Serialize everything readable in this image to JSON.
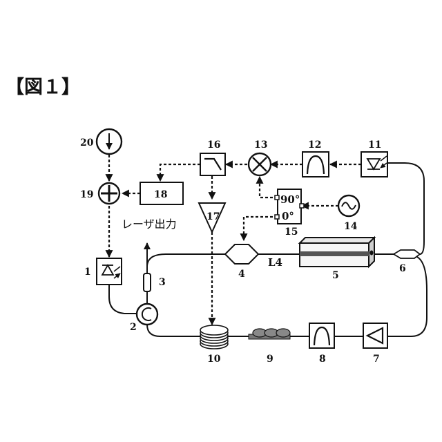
{
  "figure": {
    "title": "【図１】"
  },
  "labels": {
    "laser_output": "レーザ出力",
    "fiber_segment": "L4",
    "phase_90": "90°",
    "phase_0": "0°"
  },
  "components": [
    {
      "id": "1",
      "name": "laser-diode"
    },
    {
      "id": "2",
      "name": "circulator"
    },
    {
      "id": "3",
      "name": "output-coupler"
    },
    {
      "id": "4",
      "name": "phase-modulator"
    },
    {
      "id": "5",
      "name": "waveguide"
    },
    {
      "id": "6",
      "name": "fiber-connector"
    },
    {
      "id": "7",
      "name": "amplifier"
    },
    {
      "id": "8",
      "name": "bandpass-filter"
    },
    {
      "id": "9",
      "name": "fiber-element"
    },
    {
      "id": "10",
      "name": "fiber-coil"
    },
    {
      "id": "11",
      "name": "photodetector"
    },
    {
      "id": "12",
      "name": "bandpass-filter"
    },
    {
      "id": "13",
      "name": "mixer"
    },
    {
      "id": "14",
      "name": "oscillator"
    },
    {
      "id": "15",
      "name": "phase-splitter"
    },
    {
      "id": "16",
      "name": "lowpass-filter"
    },
    {
      "id": "17",
      "name": "driver-amplifier"
    },
    {
      "id": "18",
      "name": "controller"
    },
    {
      "id": "19",
      "name": "summer"
    },
    {
      "id": "20",
      "name": "current-source"
    }
  ]
}
